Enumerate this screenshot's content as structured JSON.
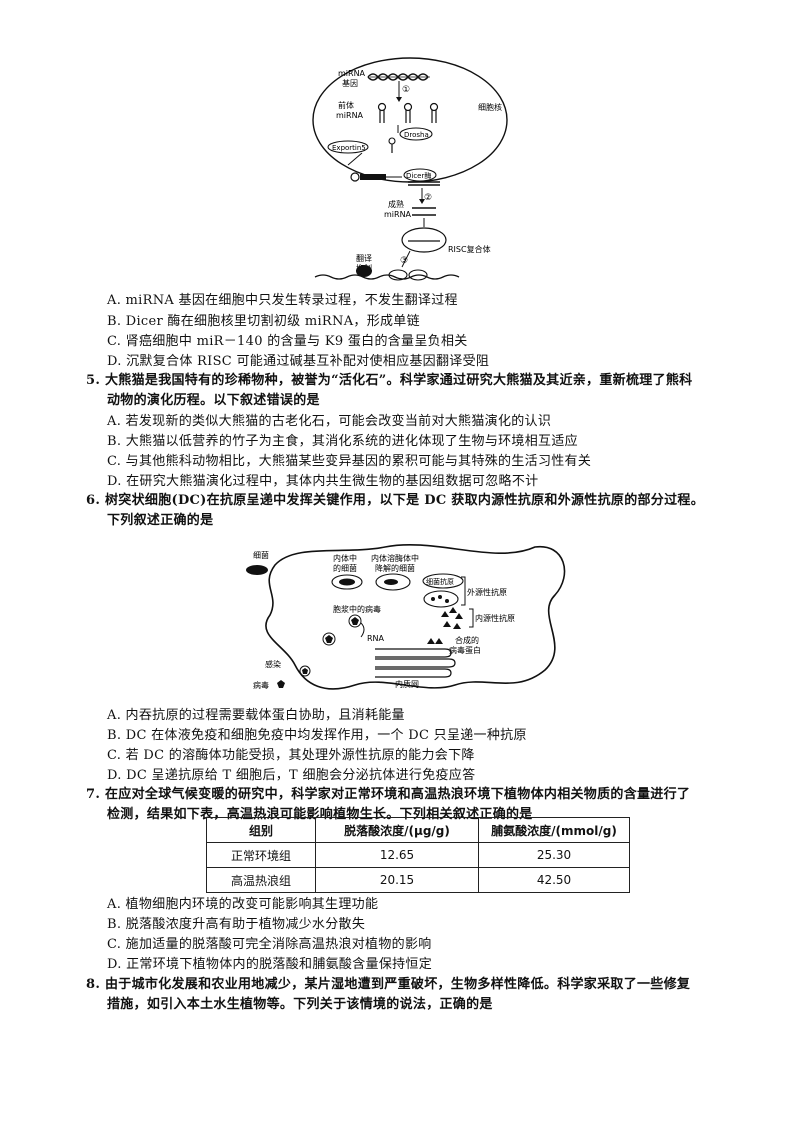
{
  "fig1": {
    "mirna_gene": [
      "miRNA",
      "基因"
    ],
    "precursor": [
      "前体",
      "miRNA"
    ],
    "nucleus": "细胞核",
    "drosha": "Drosha",
    "exportin": "Exportin5",
    "dicer": "Dicer酶",
    "mature": [
      "成熟",
      "miRNA"
    ],
    "risc": "RISC复合体",
    "translation": [
      "翻译",
      "抑制"
    ],
    "step1": "①",
    "step2": "②",
    "step3": "③"
  },
  "q4_options": [
    "A. miRNA 基因在细胞中只发生转录过程，不发生翻译过程",
    "B. Dicer 酶在细胞核里切割初级 miRNA，形成单链",
    "C. 肾癌细胞中 miR－140 的含量与 K9 蛋白的含量呈负相关",
    "D. 沉默复合体 RISC 可能通过碱基互补配对使相应基因翻译受阻"
  ],
  "q5": {
    "line1": "5. 大熊猫是我国特有的珍稀物种，被誉为“活化石”。科学家通过研究大熊猫及其近亲，重新梳理了熊科",
    "line2": "动物的演化历程。以下叙述错误的是",
    "options": [
      "A. 若发现新的类似大熊猫的古老化石，可能会改变当前对大熊猫演化的认识",
      "B. 大熊猫以低营养的竹子为主食，其消化系统的进化体现了生物与环境相互适应",
      "C. 与其他熊科动物相比，大熊猫某些变异基因的累积可能与其特殊的生活习性有关",
      "D. 在研究大熊猫演化过程中，其体内共生微生物的基因组数据可忽略不计"
    ]
  },
  "q6": {
    "line1": "6. 树突状细胞(DC)在抗原呈递中发挥关键作用，以下是 DC 获取内源性抗原和外源性抗原的部分过程。",
    "line2": "下列叙述正确的是",
    "options": [
      "A. 内吞抗原的过程需要载体蛋白协助，且消耗能量",
      "B. DC 在体液免疫和细胞免疫中均发挥作用，一个 DC 只呈递一种抗原",
      "C. 若 DC 的溶酶体功能受损，其处理外源性抗原的能力会下降",
      "D. DC 呈递抗原给 T 细胞后，T 细胞会分泌抗体进行免疫应答"
    ]
  },
  "fig2": {
    "bacteria": "细菌",
    "endo_bacteria": [
      "内体中",
      "的细菌"
    ],
    "lysosome_bacteria": [
      "内体溶酶体中",
      "降解的细菌"
    ],
    "bacterial_antigen": "细菌抗原",
    "exogenous": "外源性抗原",
    "endogenous": "内源性抗原",
    "cytoplasm_virus": "胞浆中的病毒",
    "rna": "RNA",
    "synth_protein": [
      "合成的",
      "病毒蛋白"
    ],
    "infection": "感染",
    "virus": "病毒",
    "er": "内质网"
  },
  "q7": {
    "line1": "7. 在应对全球气候变暖的研究中，科学家对正常环境和高温热浪环境下植物体内相关物质的含量进行了",
    "line2": "检测，结果如下表，高温热浪可能影响植物生长。下列相关叙述正确的是",
    "table": {
      "headers": [
        "组别",
        "脱落酸浓度/(μg/g)",
        "脯氨酸浓度/(mmol/g)"
      ],
      "rows": [
        [
          "正常环境组",
          "12.65",
          "25.30"
        ],
        [
          "高温热浪组",
          "20.15",
          "42.50"
        ]
      ]
    },
    "options": [
      "A. 植物细胞内环境的改变可能影响其生理功能",
      "B. 脱落酸浓度升高有助于植物减少水分散失",
      "C. 施加适量的脱落酸可完全消除高温热浪对植物的影响",
      "D. 正常环境下植物体内的脱落酸和脯氨酸含量保持恒定"
    ]
  },
  "q8": {
    "line1": "8. 由于城市化发展和农业用地减少，某片湿地遭到严重破坏，生物多样性降低。科学家采取了一些修复",
    "line2": "措施，如引入本土水生植物等。下列关于该情境的说法，正确的是"
  }
}
